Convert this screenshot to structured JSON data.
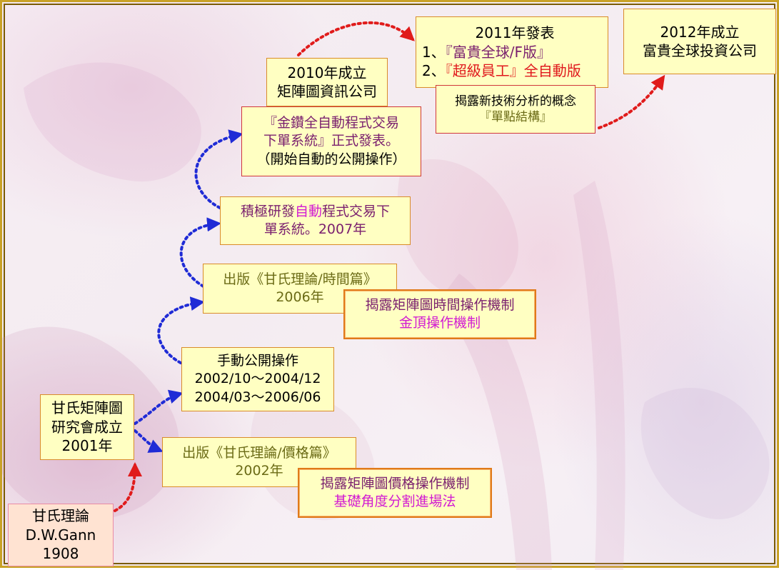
{
  "nodes": {
    "gann": {
      "lines": [
        "甘氏理論",
        "D.W.Gann",
        "1908"
      ]
    },
    "society": {
      "lines": [
        "甘氏矩陣圖",
        "研究會成立",
        "2001年"
      ]
    },
    "manual_trading": {
      "lines": [
        "手動公開操作",
        "2002/10～2004/12",
        "2004/03～2006/06"
      ]
    },
    "price_book": {
      "lines": [
        "出版《甘氏理論/價格篇》",
        "2002年"
      ]
    },
    "price_mech": {
      "line1": "揭露矩陣圖價格操作機制",
      "line2": "基礎角度分割進場法"
    },
    "time_book": {
      "lines": [
        "出版《甘氏理論/時間篇》",
        "2006年"
      ]
    },
    "time_mech": {
      "line1": "揭露矩陣圖時間操作機制",
      "line2": "金頂操作機制"
    },
    "auto_dev": {
      "line1_pre": "積極研發",
      "line1_em": "自動",
      "line1_post": "程式交易下",
      "line2": "單系統。2007年"
    },
    "release": {
      "line1": "『金鑽全自動程式交易",
      "line2": "下單系統』正式發表。",
      "line3": "（開始自動的公開操作）"
    },
    "company_2010": {
      "lines": [
        "2010年成立",
        "矩陣圖資訊公司"
      ]
    },
    "release_2011": {
      "title": "2011年發表",
      "item1_prefix": "1、",
      "item1_name": "『富貴全球/F版』",
      "item2_prefix": "2、",
      "item2_name": "『超級員工』全自動版"
    },
    "single_point": {
      "line1": "揭露新技術分析的概念",
      "line2": "『單點結構』"
    },
    "company_2012": {
      "lines": [
        "2012年成立",
        "富貴全球投資公司"
      ]
    }
  },
  "colors": {
    "box_fill": "#ffffc2",
    "gann_fill": "#ffe3d2",
    "arrow_blue": "#1f2bd6",
    "arrow_red": "#e01b1b",
    "frame": "#c9a227"
  },
  "arrows": [
    {
      "from": "gann",
      "to": "society",
      "color": "red"
    },
    {
      "from": "society",
      "to": "manual_trading",
      "color": "blue"
    },
    {
      "from": "society",
      "to": "price_book",
      "color": "blue"
    },
    {
      "from": "manual_trading",
      "to": "time_book",
      "color": "blue"
    },
    {
      "from": "time_book",
      "to": "auto_dev",
      "color": "blue"
    },
    {
      "from": "auto_dev",
      "to": "release",
      "color": "blue"
    },
    {
      "from": "company_2010",
      "to": "release_2011",
      "color": "red"
    },
    {
      "from": "single_point",
      "to": "company_2012",
      "color": "red"
    }
  ]
}
